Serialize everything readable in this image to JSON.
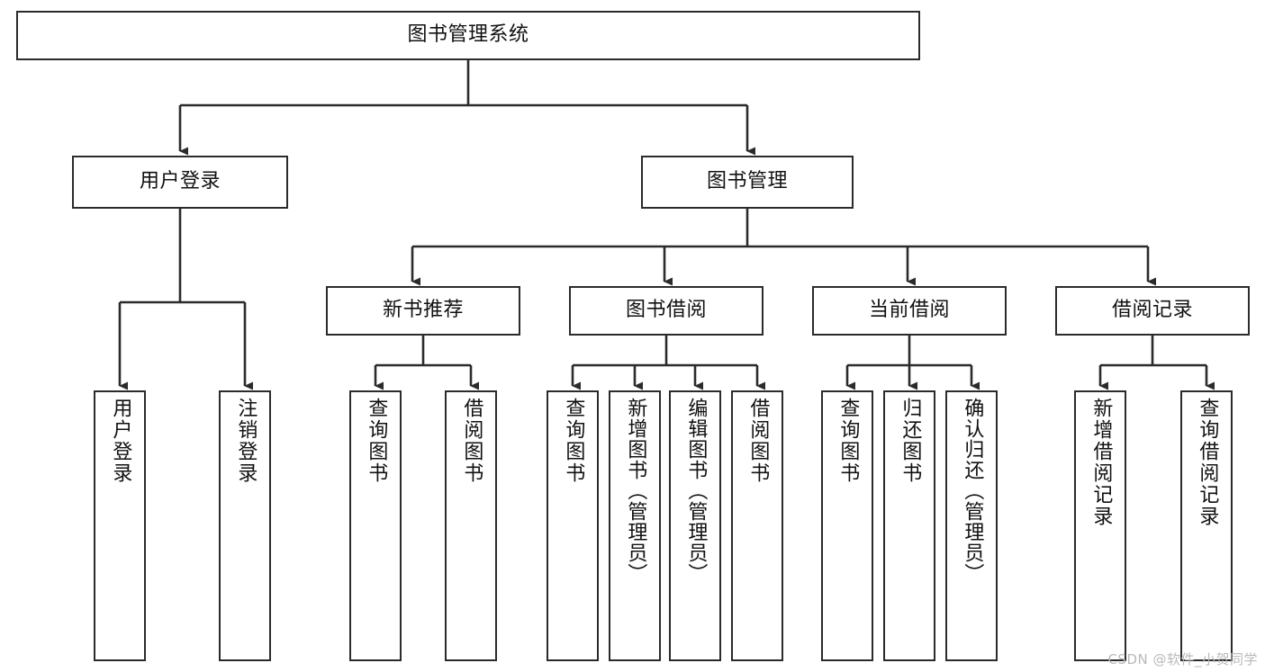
{
  "diagram": {
    "title": "图书管理系统",
    "type": "tree-hierarchy-chart",
    "watermark": "CSDN @软件_小贺同学",
    "colors": {
      "background": "#ffffff",
      "box_border": "#2b2b2b",
      "box_fill": "#ffffff",
      "connector": "#2b2b2b",
      "text": "#111111",
      "watermark": "#b9b9b9"
    },
    "nodes": {
      "root": {
        "label": "图书管理系统"
      },
      "level2": [
        {
          "label": "用户登录"
        },
        {
          "label": "图书管理"
        }
      ],
      "level3": [
        {
          "label": "新书推荐"
        },
        {
          "label": "图书借阅"
        },
        {
          "label": "当前借阅"
        },
        {
          "label": "借阅记录"
        }
      ],
      "leaves_user_login": [
        {
          "label": "用户登录"
        },
        {
          "label": "注销登录"
        }
      ],
      "leaves_new_books": [
        {
          "label": "查询图书"
        },
        {
          "label": "借阅图书"
        }
      ],
      "leaves_borrow": [
        {
          "label": "查询图书"
        },
        {
          "label": "新增图书（管理员）"
        },
        {
          "label": "编辑图书（管理员）"
        },
        {
          "label": "借阅图书"
        }
      ],
      "leaves_current": [
        {
          "label": "查询图书"
        },
        {
          "label": "归还图书"
        },
        {
          "label": "确认归还（管理员）"
        }
      ],
      "leaves_records": [
        {
          "label": "新增借阅记录"
        },
        {
          "label": "查询借阅记录"
        }
      ]
    }
  }
}
